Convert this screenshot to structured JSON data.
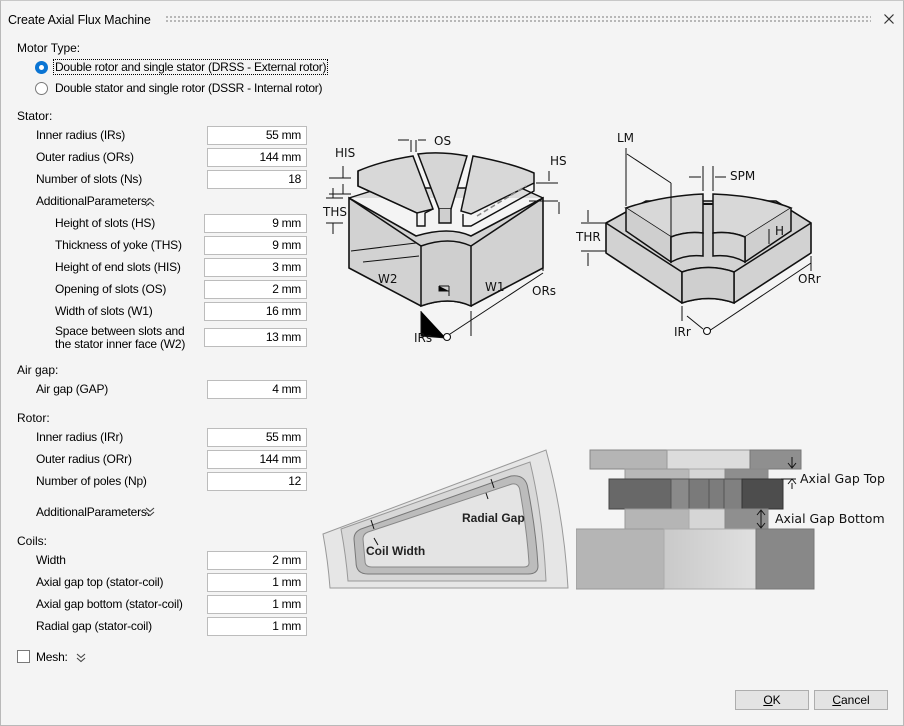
{
  "window": {
    "title": "Create Axial Flux Machine",
    "close_icon": "close-icon"
  },
  "motor_type": {
    "label": "Motor Type:",
    "options": [
      {
        "label": "Double rotor and single stator (DRSS - External rotor)",
        "selected": true
      },
      {
        "label": "Double stator and single rotor (DSSR - Internal rotor)",
        "selected": false
      }
    ]
  },
  "stator": {
    "label": "Stator:",
    "fields": [
      {
        "label": "Inner radius (IRs)",
        "value": "55 mm"
      },
      {
        "label": "Outer radius (ORs)",
        "value": "144 mm"
      },
      {
        "label": "Number of slots (Ns)",
        "value": "18"
      }
    ],
    "additional": {
      "label": "AdditionalParameters:",
      "expanded": true,
      "icon": "chevron-double-up-icon",
      "fields": [
        {
          "label": "Height of slots (HS)",
          "value": "9 mm"
        },
        {
          "label": "Thickness of yoke (THS)",
          "value": "9 mm"
        },
        {
          "label": "Height of end slots (HIS)",
          "value": "3 mm"
        },
        {
          "label": "Opening of slots (OS)",
          "value": "2 mm"
        },
        {
          "label": "Width of slots (W1)",
          "value": "16 mm"
        },
        {
          "label_line1": "Space between slots and",
          "label_line2": "the stator inner face (W2)",
          "value": "13 mm"
        }
      ]
    }
  },
  "air_gap": {
    "label": "Air gap:",
    "fields": [
      {
        "label": "Air gap (GAP)",
        "value": "4 mm"
      }
    ]
  },
  "rotor": {
    "label": "Rotor:",
    "fields": [
      {
        "label": "Inner radius (IRr)",
        "value": "55 mm"
      },
      {
        "label": "Outer radius (ORr)",
        "value": "144 mm"
      },
      {
        "label": "Number of poles (Np)",
        "value": "12"
      }
    ],
    "additional": {
      "label": "AdditionalParameters:",
      "expanded": false,
      "icon": "chevron-double-down-icon"
    }
  },
  "coils": {
    "label": "Coils:",
    "fields": [
      {
        "label": "Width",
        "value": "2 mm"
      },
      {
        "label": "Axial gap top (stator-coil)",
        "value": "1 mm"
      },
      {
        "label": "Axial gap bottom (stator-coil)",
        "value": "1 mm"
      },
      {
        "label": "Radial gap (stator-coil)",
        "value": "1 mm"
      }
    ]
  },
  "mesh": {
    "label": "Mesh:",
    "checked": false,
    "icon": "chevron-double-down-icon"
  },
  "diagrams": {
    "stator": {
      "labels": {
        "os": "OS",
        "his": "HIS",
        "hs": "HS",
        "ths": "THS",
        "w2": "W2",
        "w1": "W1",
        "ors": "ORs",
        "irs": "IRs"
      }
    },
    "rotor": {
      "labels": {
        "lm": "LM",
        "spm": "SPM",
        "thr": "THR",
        "h": "H",
        "orr": "ORr",
        "irr": "IRr"
      }
    },
    "coil_top": {
      "labels": {
        "radial_gap": "Radial Gap",
        "coil_width": "Coil Width"
      }
    },
    "coil_side": {
      "labels": {
        "axial_gap_top": "Axial Gap Top",
        "axial_gap_bottom": "Axial Gap Bottom"
      }
    }
  },
  "buttons": {
    "ok": {
      "label": "OK",
      "mnemonic": "O",
      "rest": "K"
    },
    "cancel": {
      "label": "Cancel",
      "mnemonic": "C",
      "rest": "ancel"
    }
  }
}
